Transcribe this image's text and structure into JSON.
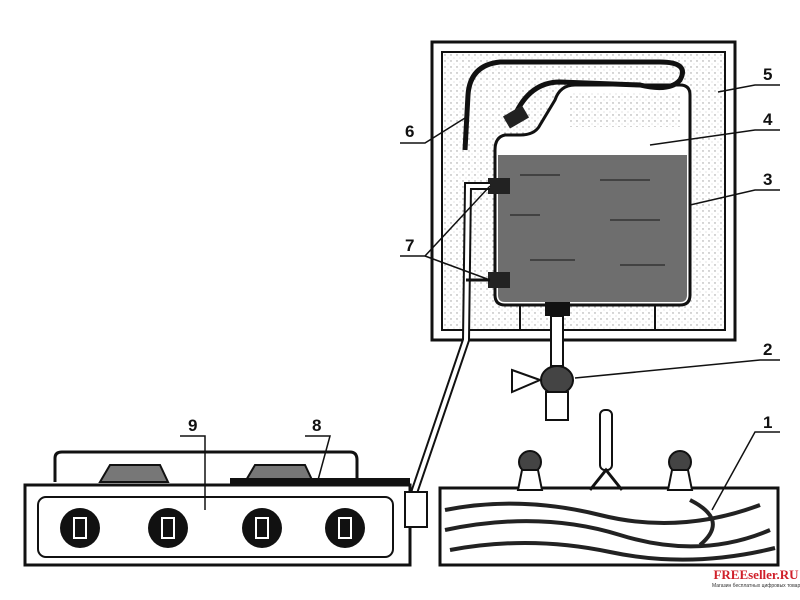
{
  "labels": {
    "l1": "1",
    "l2": "2",
    "l3": "3",
    "l4": "4",
    "l5": "5",
    "l6": "6",
    "l7": "7",
    "l8": "8",
    "l9": "9"
  },
  "watermark": {
    "brand": "FREEseller.RU",
    "tagline": "Магазин бесплатных цифровых товаров"
  }
}
